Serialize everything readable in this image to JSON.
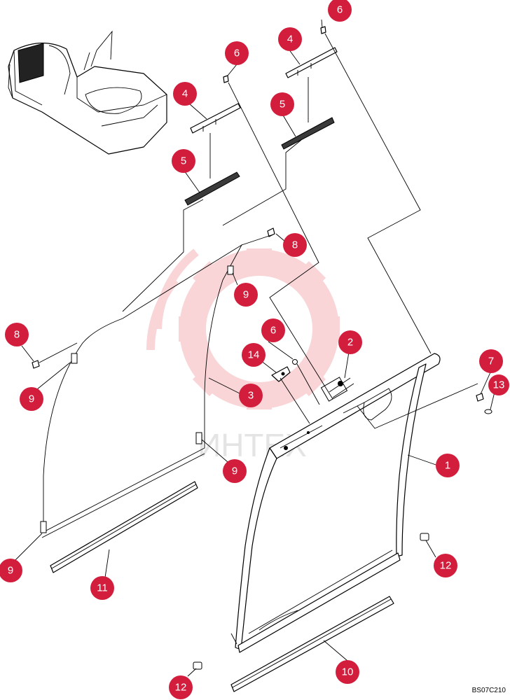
{
  "diagram": {
    "reference_code": "BS07C210",
    "watermark_text": "ИНТЕХ",
    "callouts": [
      {
        "id": "c1",
        "label": "1"
      },
      {
        "id": "c2",
        "label": "2"
      },
      {
        "id": "c3",
        "label": "3"
      },
      {
        "id": "c4a",
        "label": "4"
      },
      {
        "id": "c4b",
        "label": "4"
      },
      {
        "id": "c5a",
        "label": "5"
      },
      {
        "id": "c5b",
        "label": "5"
      },
      {
        "id": "c6a",
        "label": "6"
      },
      {
        "id": "c6b",
        "label": "6"
      },
      {
        "id": "c6c",
        "label": "6"
      },
      {
        "id": "c7",
        "label": "7"
      },
      {
        "id": "c8a",
        "label": "8"
      },
      {
        "id": "c8b",
        "label": "8"
      },
      {
        "id": "c9a",
        "label": "9"
      },
      {
        "id": "c9b",
        "label": "9"
      },
      {
        "id": "c9c",
        "label": "9"
      },
      {
        "id": "c9d",
        "label": "9"
      },
      {
        "id": "c10",
        "label": "10"
      },
      {
        "id": "c11",
        "label": "11"
      },
      {
        "id": "c12a",
        "label": "12"
      },
      {
        "id": "c12b",
        "label": "12"
      },
      {
        "id": "c13",
        "label": "13"
      },
      {
        "id": "c14",
        "label": "14"
      }
    ]
  },
  "colors": {
    "callout": "#d21e3c",
    "watermark": "#f3a3a8"
  }
}
